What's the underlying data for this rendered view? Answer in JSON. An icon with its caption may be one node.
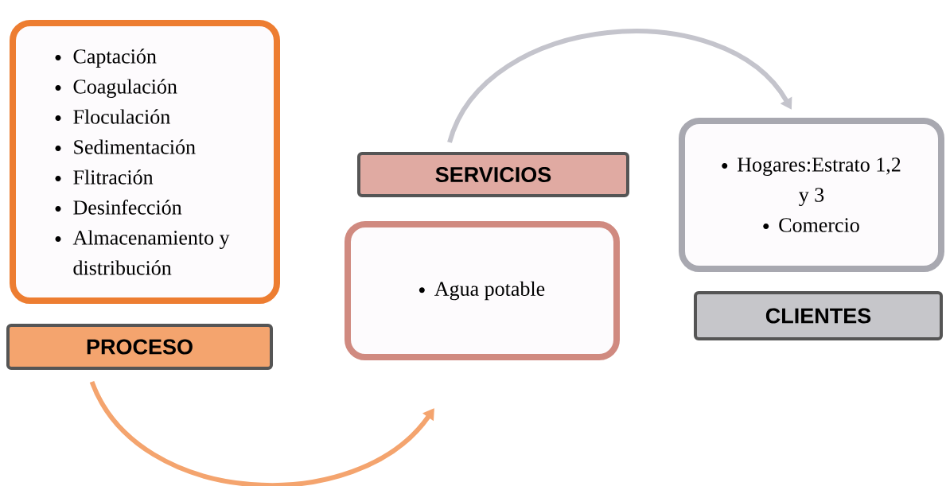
{
  "diagram": {
    "nodes": [
      {
        "text": [
          "Captación",
          "Coagulación",
          "Floculación",
          "Sedimentación",
          "Flitración",
          "Desinfección",
          "Almacenamiento y distribución"
        ]
      },
      {
        "text": [
          "PROCESO"
        ]
      },
      {
        "text": [
          "SERVICIOS"
        ]
      },
      {
        "text": [
          "Agua potable"
        ]
      },
      {
        "text": [
          "Hogares:Estrato 1,2 y 3",
          "Comercio"
        ]
      },
      {
        "text": [
          "CLIENTES"
        ]
      }
    ],
    "edges": [
      {
        "from": 1,
        "to": 3,
        "arrow": "to",
        "color": "#f4a46e"
      },
      {
        "from": 2,
        "to": 4,
        "arrow": "to",
        "color": "#c4c4cc"
      }
    ]
  }
}
